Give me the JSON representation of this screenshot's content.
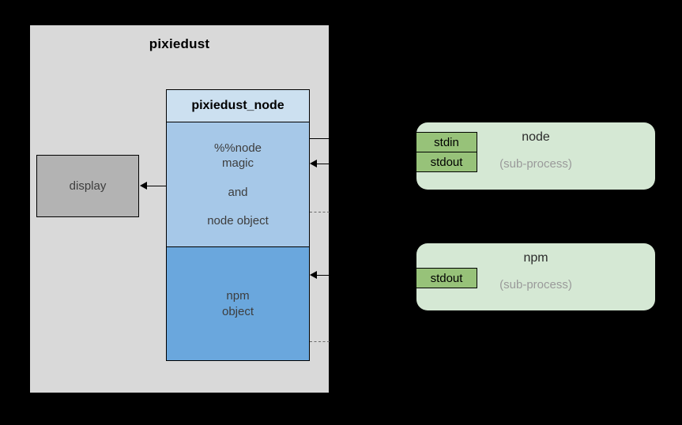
{
  "diagram": {
    "background_color": "#000000",
    "container": {
      "title": "pixiedust",
      "fill": "#d9d9d9"
    },
    "display_box": {
      "label": "display",
      "fill": "#b3b3b3"
    },
    "node_module": {
      "header": "pixiedust_node",
      "header_fill": "#cce0f0",
      "body_fill": "#a6c8e8",
      "body_line1": "%%node",
      "body_line2": "magic",
      "body_line3": "and",
      "body_line4": "node object",
      "npm_fill": "#6aa7dd",
      "npm_line1": "npm",
      "npm_line2": "object"
    },
    "processes": [
      {
        "name": "node",
        "subtitle": "(sub-process)",
        "fill": "#d5e8d4",
        "chip_fill": "#97c279",
        "streams": [
          "stdin",
          "stdout"
        ]
      },
      {
        "name": "npm",
        "subtitle": "(sub-process)",
        "fill": "#d5e8d4",
        "chip_fill": "#97c279",
        "streams": [
          "stdout"
        ]
      }
    ]
  }
}
